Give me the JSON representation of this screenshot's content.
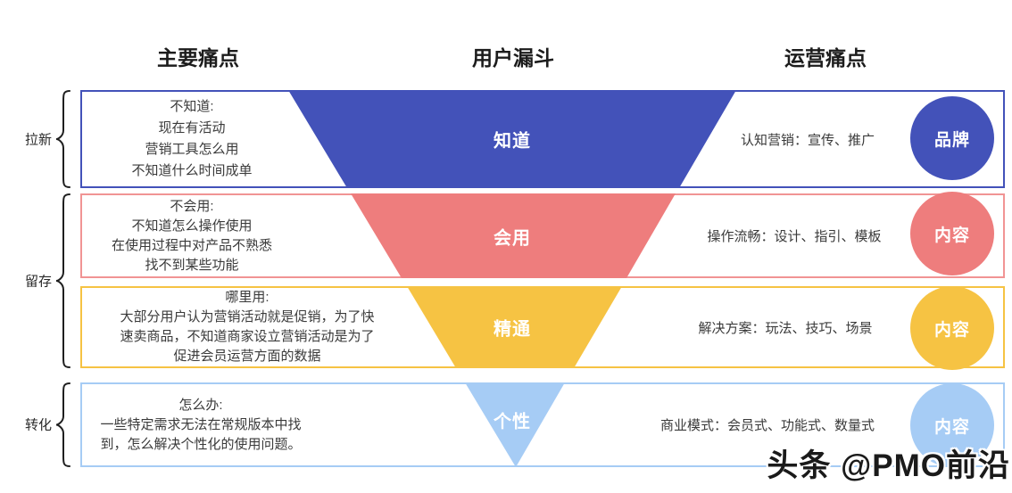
{
  "headers": {
    "left": "主要痛点",
    "center": "用户漏斗",
    "right": "运营痛点"
  },
  "brackets": [
    {
      "label": "拉新"
    },
    {
      "label": "留存"
    },
    {
      "label": "转化"
    }
  ],
  "stages": [
    {
      "pain": "不知道:\n现在有活动\n营销工具怎么用\n不知道什么时间成单",
      "funnel_label": "知道",
      "ops": "认知营销：宣传、推广",
      "circle": "品牌",
      "color": "#4352b9",
      "border_color": "#4352b9"
    },
    {
      "pain": "不会用:\n不知道怎么操作使用\n在使用过程中对产品不熟悉\n找不到某些功能",
      "funnel_label": "会用",
      "ops": "操作流畅：设计、指引、模板",
      "circle": "内容",
      "color": "#ee7d7d",
      "border_color": "#f19494"
    },
    {
      "pain": "哪里用:\n大部分用户认为营销活动就是促销，为了快\n速卖商品，不知道商家设立营销活动是为了\n促进会员运营方面的数据",
      "funnel_label": "精通",
      "ops": "解决方案：玩法、技巧、场景",
      "circle": "内容",
      "color": "#f6c343",
      "border_color": "#f6c343"
    },
    {
      "pain": "怎么办:\n一些特定需求无法在常规版本中找\n到，怎么解决个性化的使用问题。",
      "funnel_label": "个性",
      "ops": "商业模式：会员式、功能式、数量式",
      "circle": "内容",
      "color": "#a6ccf5",
      "border_color": "#a6ccf5"
    }
  ],
  "watermark": "头条 @PMO前沿"
}
